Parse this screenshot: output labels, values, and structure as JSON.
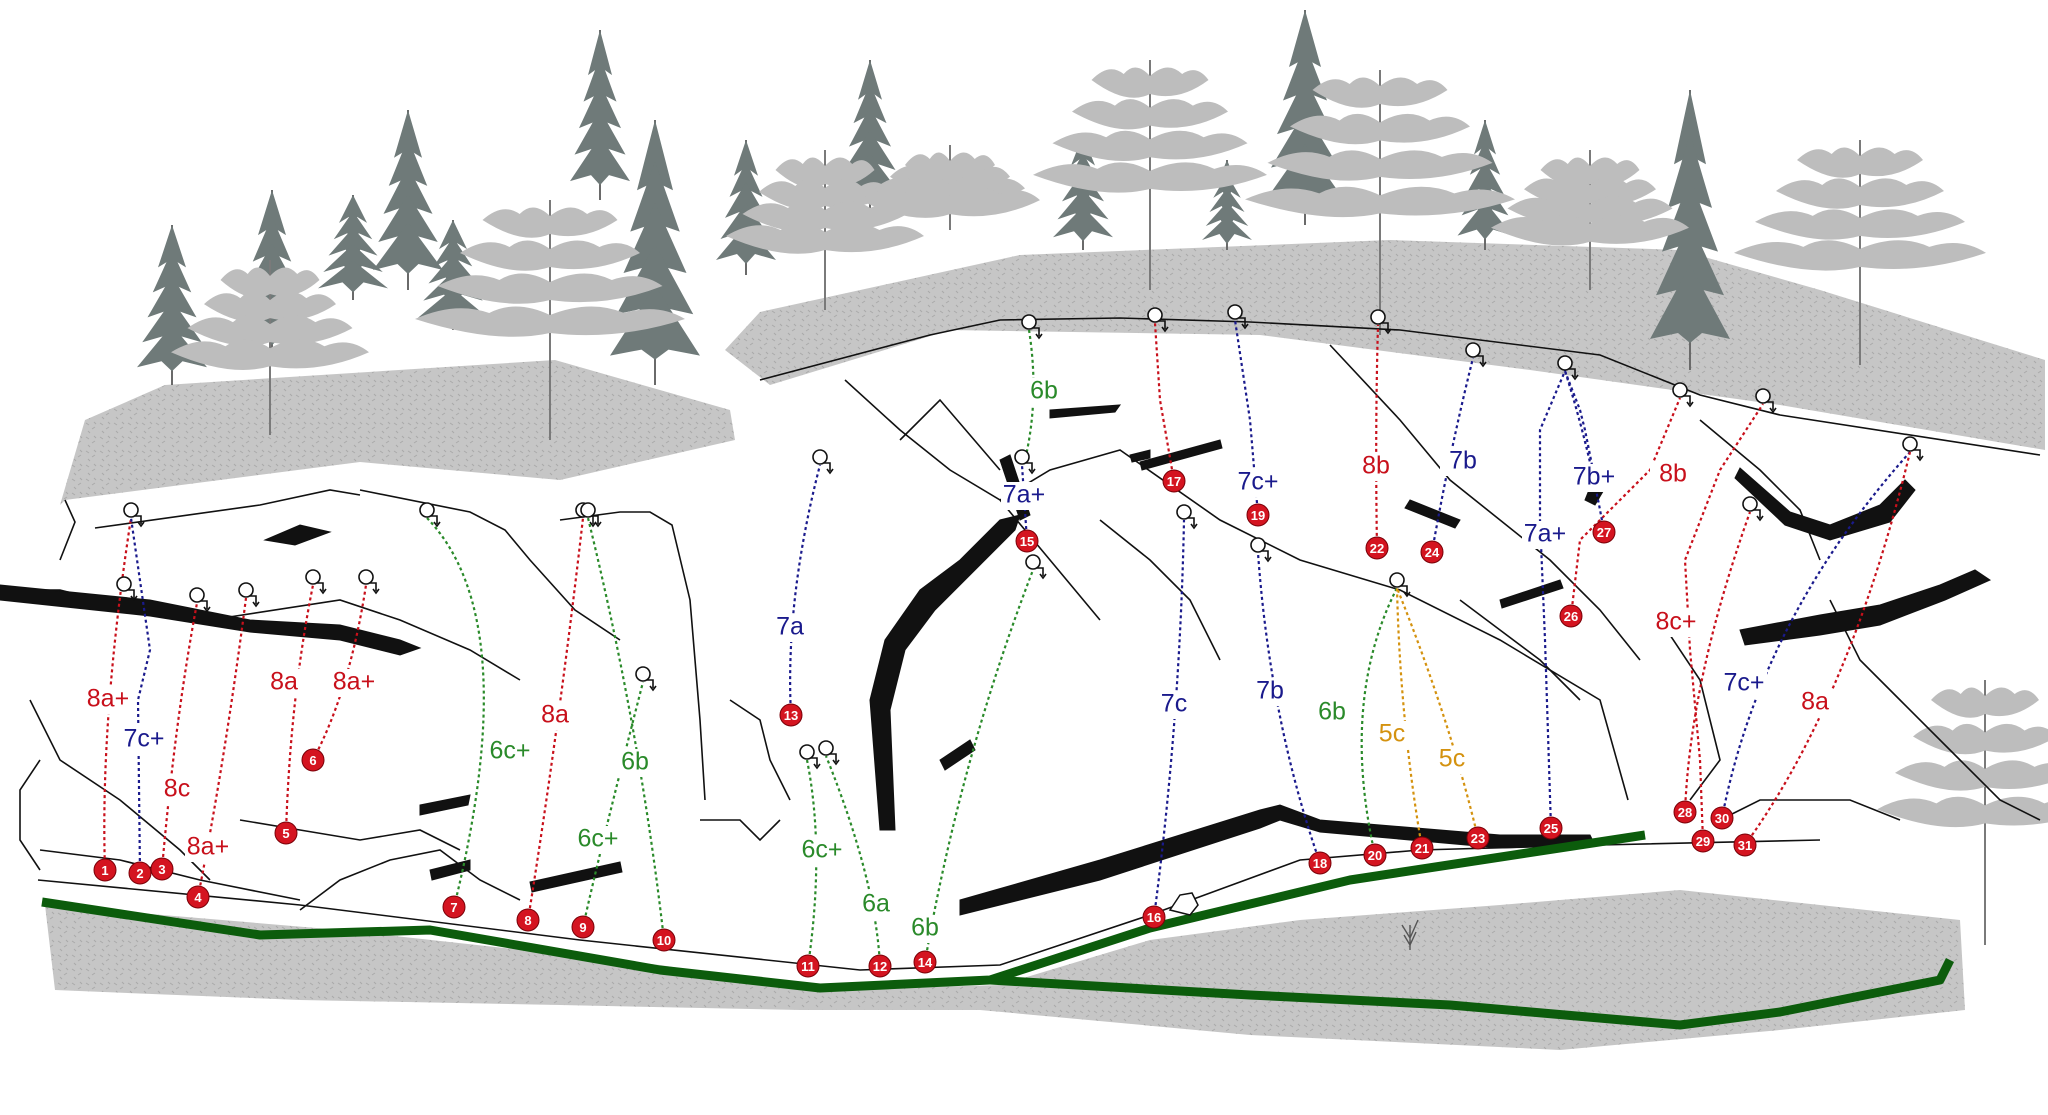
{
  "topo": {
    "colors": {
      "red": "#c8101b",
      "blue": "#1a1a8c",
      "green": "#2a8a2a",
      "orange": "#d4920f",
      "path": "#0c5c0c",
      "ground": "#c8c8c8",
      "tree_dark": "#6f7a79",
      "tree_light": "#bdbdbd",
      "rock_line": "#111111"
    },
    "routes": [
      {
        "n": "1",
        "grade": "8a+",
        "color": "red"
      },
      {
        "n": "2",
        "grade": "7c+",
        "color": "blue"
      },
      {
        "n": "3",
        "grade": "8c",
        "color": "red"
      },
      {
        "n": "4",
        "grade": "8a+",
        "color": "red"
      },
      {
        "n": "5",
        "grade": "8a",
        "color": "red"
      },
      {
        "n": "6",
        "grade": "8a+",
        "color": "red"
      },
      {
        "n": "7",
        "grade": "6c+",
        "color": "green"
      },
      {
        "n": "8",
        "grade": "8a",
        "color": "red"
      },
      {
        "n": "9",
        "grade": "6c+",
        "color": "green"
      },
      {
        "n": "10",
        "grade": "6b",
        "color": "green"
      },
      {
        "n": "11",
        "grade": "6c+",
        "color": "green"
      },
      {
        "n": "12",
        "grade": "6a",
        "color": "green"
      },
      {
        "n": "13",
        "grade": "7a",
        "color": "blue"
      },
      {
        "n": "14",
        "grade": "6b",
        "color": "green"
      },
      {
        "n": "15",
        "grade": "7a+",
        "color": "blue"
      },
      {
        "n": "16",
        "grade": "7c",
        "color": "blue"
      },
      {
        "n": "17",
        "grade": "",
        "color": "red"
      },
      {
        "n": "18",
        "grade": "7b",
        "color": "blue"
      },
      {
        "n": "19",
        "grade": "7c+",
        "color": "blue"
      },
      {
        "n": "20",
        "grade": "6b",
        "color": "green"
      },
      {
        "n": "21",
        "grade": "5c",
        "color": "orange"
      },
      {
        "n": "22",
        "grade": "8b",
        "color": "red"
      },
      {
        "n": "23",
        "grade": "5c",
        "color": "orange"
      },
      {
        "n": "24",
        "grade": "7b",
        "color": "blue"
      },
      {
        "n": "25",
        "grade": "7a+",
        "color": "blue"
      },
      {
        "n": "26",
        "grade": "",
        "color": "red"
      },
      {
        "n": "27",
        "grade": "7b+",
        "color": "blue"
      },
      {
        "n": "28",
        "grade": "8c+",
        "color": "red"
      },
      {
        "n": "29",
        "grade": "8b",
        "color": "red"
      },
      {
        "n": "30",
        "grade": "7c+",
        "color": "blue"
      },
      {
        "n": "31",
        "grade": "8a",
        "color": "red"
      },
      {
        "n": "extension-6b",
        "grade": "6b",
        "color": "green"
      }
    ]
  }
}
